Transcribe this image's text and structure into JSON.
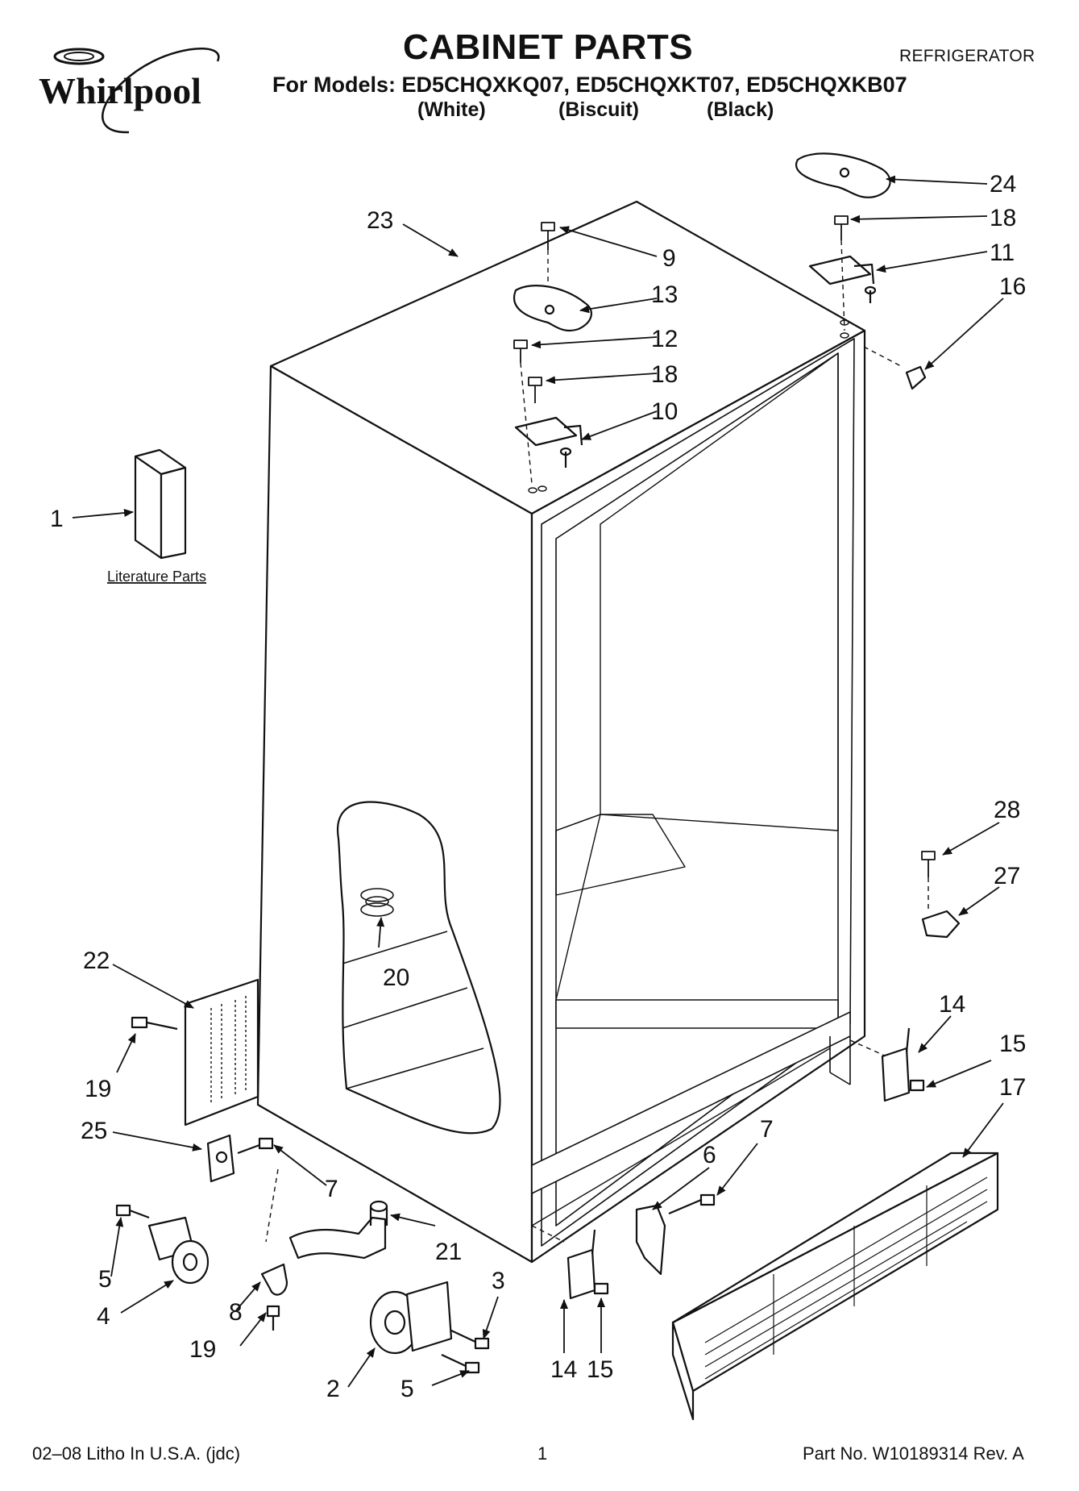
{
  "header": {
    "brand": "Whirlpool",
    "title": "CABINET PARTS",
    "category": "REFRIGERATOR",
    "models_line": "For Models: ED5CHQXKQ07, ED5CHQXKT07, ED5CHQXKB07",
    "variants": [
      "(White)",
      "(Biscuit)",
      "(Black)"
    ]
  },
  "diagram": {
    "literature_label": "Literature Parts",
    "callouts": [
      "1",
      "2",
      "3",
      "4",
      "5",
      "5",
      "6",
      "7",
      "7",
      "8",
      "9",
      "10",
      "11",
      "12",
      "13",
      "14",
      "14",
      "15",
      "15",
      "16",
      "17",
      "18",
      "18",
      "19",
      "19",
      "20",
      "21",
      "22",
      "23",
      "24",
      "25",
      "27",
      "28"
    ]
  },
  "footer": {
    "litho": "02–08 Litho In U.S.A. (jdc)",
    "page": "1",
    "part_no": "Part No. W10189314 Rev. A"
  }
}
